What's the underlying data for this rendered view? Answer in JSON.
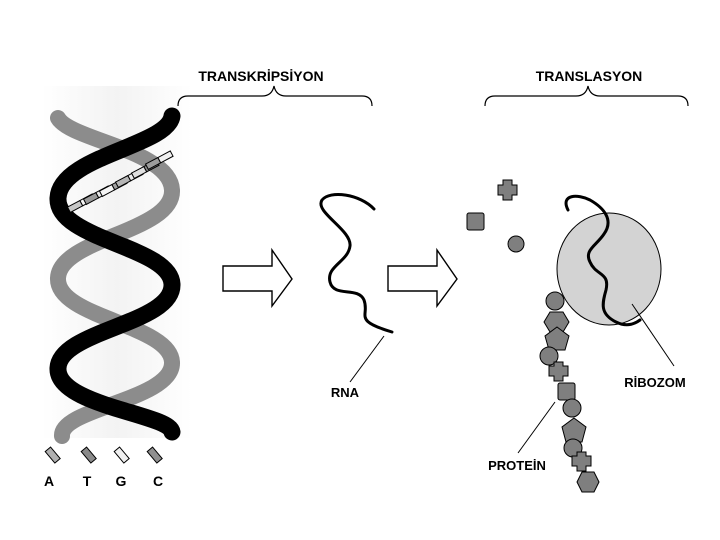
{
  "headings": {
    "transcription": "TRANSKRİPSİYON",
    "translation": "TRANSLASYON"
  },
  "bases": [
    "A",
    "T",
    "G",
    "C"
  ],
  "labels": {
    "rna": "RNA",
    "ribosome": "RİBOZOM",
    "protein": "PROTEİN"
  },
  "colors": {
    "strand_dark": "#000000",
    "strand_light": "#808080",
    "ribosome_fill": "#d3d3d3",
    "amino_acid_fill": "#7f7f7f",
    "base_A": "#b0b0b0",
    "base_T": "#8a8a8a",
    "base_G": "#f0f0f0",
    "base_C": "#909090"
  }
}
